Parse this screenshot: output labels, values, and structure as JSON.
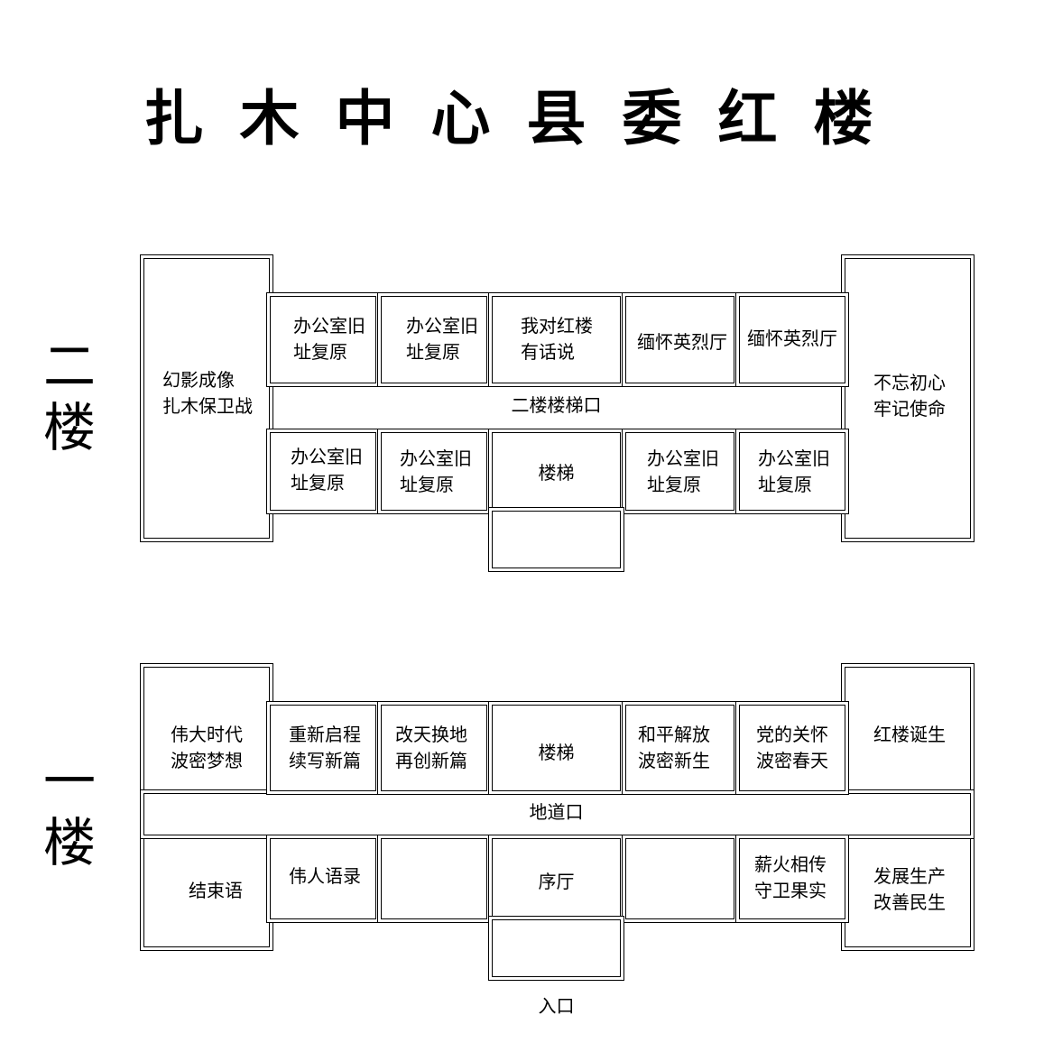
{
  "title": "扎木中心县委红楼",
  "floors": {
    "second": {
      "label": "二楼",
      "left_hall": "幻影成像\n扎木保卫战",
      "right_hall": "不忘初心\n牢记使命",
      "corridor": "二楼楼梯口",
      "top_rooms": [
        "办公室旧\n址复原",
        "办公室旧\n址复原",
        "我对红楼\n有话说",
        "缅怀英烈厅",
        "缅怀英烈厅"
      ],
      "bottom_rooms": [
        "办公室旧\n址复原",
        "办公室旧\n址复原",
        "楼梯",
        "办公室旧\n址复原",
        "办公室旧\n址复原"
      ]
    },
    "first": {
      "label": "一楼",
      "left_top": "伟大时代\n波密梦想",
      "left_bottom": "结束语",
      "right_top": "红楼诞生",
      "right_bottom": "发展生产\n改善民生",
      "corridor": "地道口",
      "top_rooms": [
        "重新启程\n续写新篇",
        "改天换地\n再创新篇",
        "楼梯",
        "和平解放\n波密新生",
        "党的关怀\n波密春天"
      ],
      "bottom_rooms": [
        "伟人语录",
        "",
        "序厅",
        "",
        "薪火相传\n守卫果实"
      ],
      "entrance": "入口"
    }
  }
}
